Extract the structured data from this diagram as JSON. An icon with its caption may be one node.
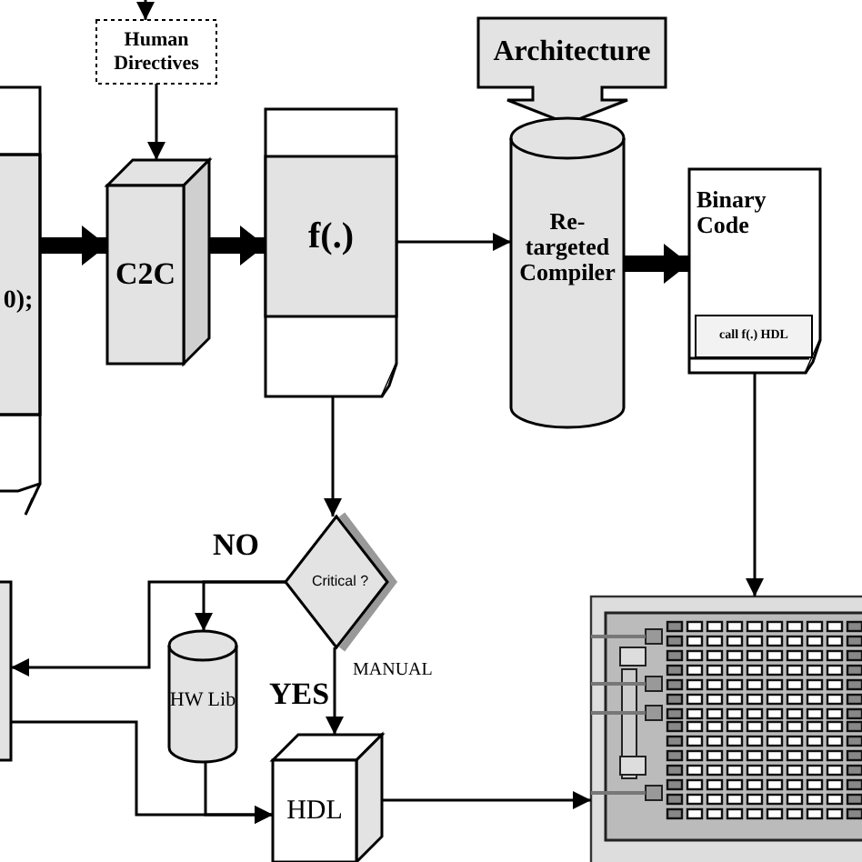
{
  "diagram": {
    "nodes": [
      {
        "text": [
          "Human Directives"
        ]
      },
      {
        "text": [
          "0);"
        ]
      },
      {
        "text": [
          "C2C"
        ]
      },
      {
        "text": [
          "f(.)"
        ]
      },
      {
        "text": [
          "Architecture"
        ]
      },
      {
        "text": [
          "Re-targeted Compiler"
        ]
      },
      {
        "text": [
          "Binary Code",
          "call f(.) HDL"
        ]
      },
      {
        "text": [
          "Critical ?"
        ]
      },
      {
        "text": [],
        "shape": "box"
      },
      {
        "text": [
          "HW Lib"
        ]
      },
      {
        "text": [
          "HDL"
        ]
      },
      {
        "text": [],
        "shape": "picture"
      }
    ],
    "edges": [
      {
        "from": null,
        "to": 0,
        "arrow": "to"
      },
      {
        "from": 0,
        "to": 2,
        "arrow": "to"
      },
      {
        "from": 1,
        "to": 2,
        "arrow": "to",
        "style": "thick"
      },
      {
        "from": 2,
        "to": 3,
        "arrow": "to",
        "style": "thick"
      },
      {
        "from": 3,
        "to": 5,
        "arrow": "to"
      },
      {
        "from": 5,
        "to": 6,
        "arrow": "to",
        "style": "thick"
      },
      {
        "from": 6,
        "to": 11,
        "arrow": "to"
      },
      {
        "from": 3,
        "to": 7,
        "arrow": "to"
      },
      {
        "from": 7,
        "to": 8,
        "arrow": "to",
        "label": "NO"
      },
      {
        "from": 7,
        "to": 9,
        "arrow": "to"
      },
      {
        "from": 7,
        "to": 10,
        "arrow": "to",
        "label": "YES"
      },
      {
        "from": 8,
        "to": 10,
        "arrow": "to"
      },
      {
        "from": 9,
        "to": 10,
        "arrow": "to"
      },
      {
        "from": 10,
        "to": 11,
        "arrow": "to"
      }
    ],
    "labels": [
      "MANUAL"
    ]
  }
}
